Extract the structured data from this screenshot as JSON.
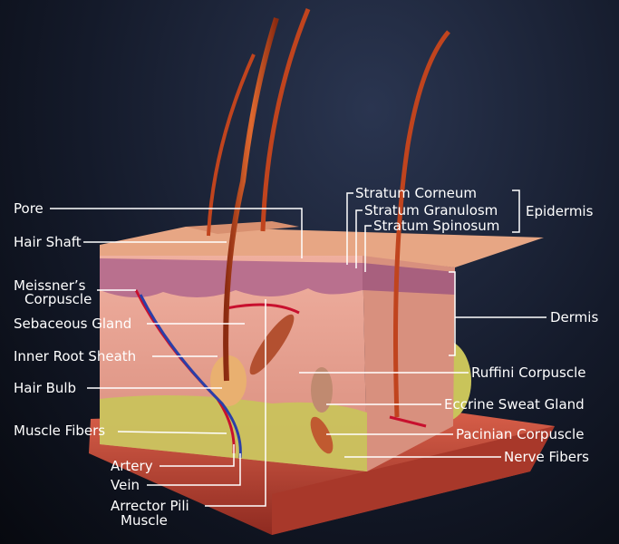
{
  "title": "Skin cross-section anatomy",
  "labels": {
    "pore": "Pore",
    "hair_shaft": "Hair Shaft",
    "meissner_1": "Meissner’s",
    "meissner_2": "Corpuscle",
    "sebaceous_gland": "Sebaceous Gland",
    "inner_root_sheath": "Inner Root Sheath",
    "hair_bulb": "Hair Bulb",
    "muscle_fibers": "Muscle Fibers",
    "artery": "Artery",
    "vein": "Vein",
    "arrector_1": "Arrector Pili",
    "arrector_2": "Muscle",
    "stratum_corneum": "Stratum Corneum",
    "stratum_granulosm": "Stratum Granulosm",
    "stratum_spinosum": "Stratum Spinosum",
    "epidermis": "Epidermis",
    "dermis": "Dermis",
    "ruffini": "Ruffini Corpuscle",
    "eccrine": "Eccrine Sweat Gland",
    "pacinian": "Pacinian Corpuscle",
    "nerve_fibers": "Nerve Fibers"
  },
  "colors": {
    "skin": "#e9a08a",
    "epidermis": "#b9708e",
    "fat": "#c9c45a",
    "muscle": "#c24a3a",
    "hair": "#c0441e",
    "artery": "#c8102e",
    "vein": "#2a3fa8"
  }
}
